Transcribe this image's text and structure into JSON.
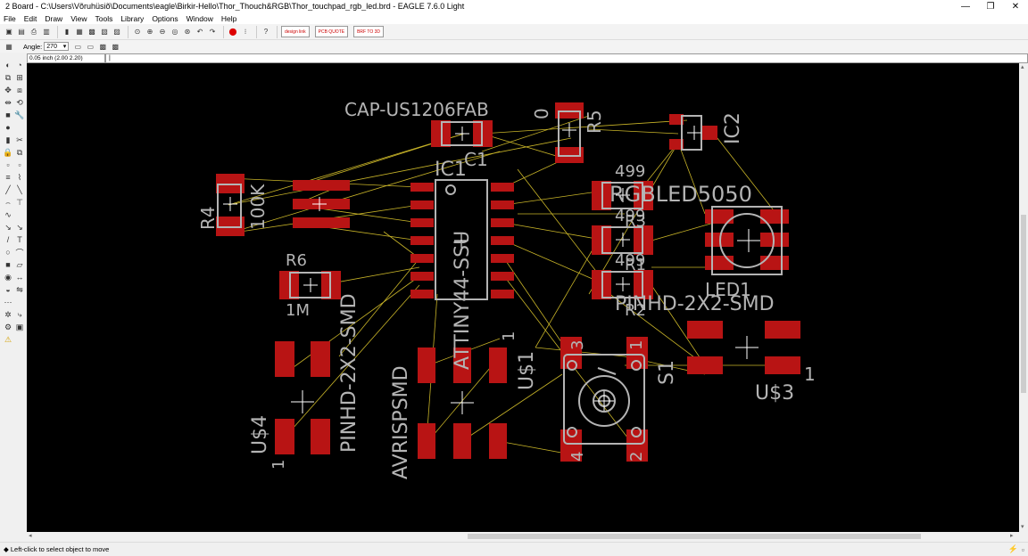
{
  "window": {
    "title": "2 Board - C:\\Users\\Võruhüsiõ\\Documents\\eagle\\Birkir-Hello\\Thor_Thouch&RGB\\Thor_touchpad_rgb_led.brd - EAGLE 7.6.0 Light",
    "minimize": "—",
    "maximize": "❐",
    "close": "✕"
  },
  "menu": [
    "File",
    "Edit",
    "Draw",
    "View",
    "Tools",
    "Library",
    "Options",
    "Window",
    "Help"
  ],
  "toolbar": {
    "help_glyph": "?",
    "big_buttons": [
      "design link",
      "PCB QUOTE",
      "BRF TO 3D"
    ]
  },
  "param_bar": {
    "angle_label": "Angle:",
    "angle_value": "270"
  },
  "command_bar": {
    "coords": "0.05 inch (2.00 2.20)",
    "command": "|"
  },
  "status": {
    "text": "◆ Left-click to select object to move"
  },
  "colors": {
    "canvas_bg": "#000000",
    "pad": "#b81414",
    "silk": "#b4b4b4",
    "airwire": "#c8b428"
  },
  "board": {
    "labels": {
      "cap_name": "CAP-US1206FAB",
      "c1": "C1",
      "ic1": "IC1",
      "r5": "R5",
      "r5_val": "0",
      "ic2": "IC2",
      "r4": "R4",
      "r4_val": "100K",
      "r499_top": "499",
      "rgbled": "RGBLED5050",
      "r499_mid": "499",
      "r3": "R3",
      "r499_low": "499",
      "r1": "R1",
      "r2": "R2",
      "led1": "LED1",
      "pinhd_right": "PINHD-2X2-SMD",
      "r6": "R6",
      "r6_val": "1M",
      "attiny": "ATTINY44-SSU",
      "pinhd_left": "PINHD-2X2-SMD",
      "avrispsmd": "AVRISPSMD",
      "us1": "U$1",
      "us1_pin": "1",
      "s1": "S1",
      "s1_p3": "3",
      "s1_p1": "1",
      "s1_p4": "4",
      "s1_p2": "2",
      "us3": "U$3",
      "us3_pin": "1",
      "us4": "U$4",
      "us4_pin": "1"
    }
  }
}
